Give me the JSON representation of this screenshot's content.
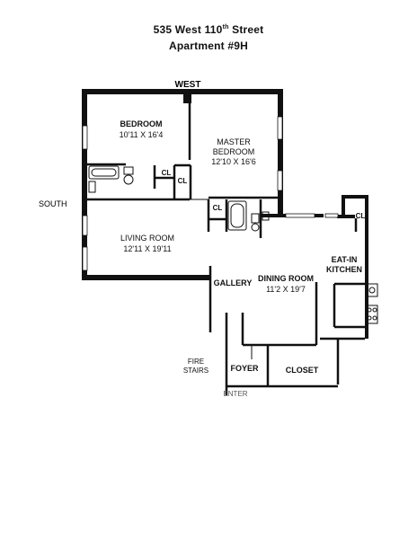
{
  "header": {
    "address_prefix": "535 West 110",
    "address_sup": "th",
    "address_suffix": " Street",
    "apartment": "Apartment #9H"
  },
  "plan": {
    "compass": {
      "west": "WEST",
      "south": "SOUTH"
    },
    "rooms": {
      "bedroom": {
        "name": "BEDROOM",
        "dims": "10'11 X 16'4"
      },
      "master_bedroom": {
        "name_1": "MASTER",
        "name_2": "BEDROOM",
        "dims": "12'10 X 16'6"
      },
      "living_room": {
        "name": "LIVING ROOM",
        "dims": "12'11 X 19'11"
      },
      "dining_room": {
        "name": "DINING ROOM",
        "dims": "11'2 X 19'7"
      },
      "kitchen": {
        "name_1": "EAT-IN",
        "name_2": "KITCHEN"
      },
      "gallery": {
        "name": "GALLERY"
      },
      "foyer": {
        "name": "FOYER"
      },
      "closet": {
        "name": "CLOSET"
      },
      "fire_stairs": {
        "name_1": "FIRE",
        "name_2": "STAIRS"
      },
      "enter": {
        "name": "ENTER"
      }
    },
    "closets": [
      "CL",
      "CL",
      "CL",
      "CL"
    ]
  }
}
